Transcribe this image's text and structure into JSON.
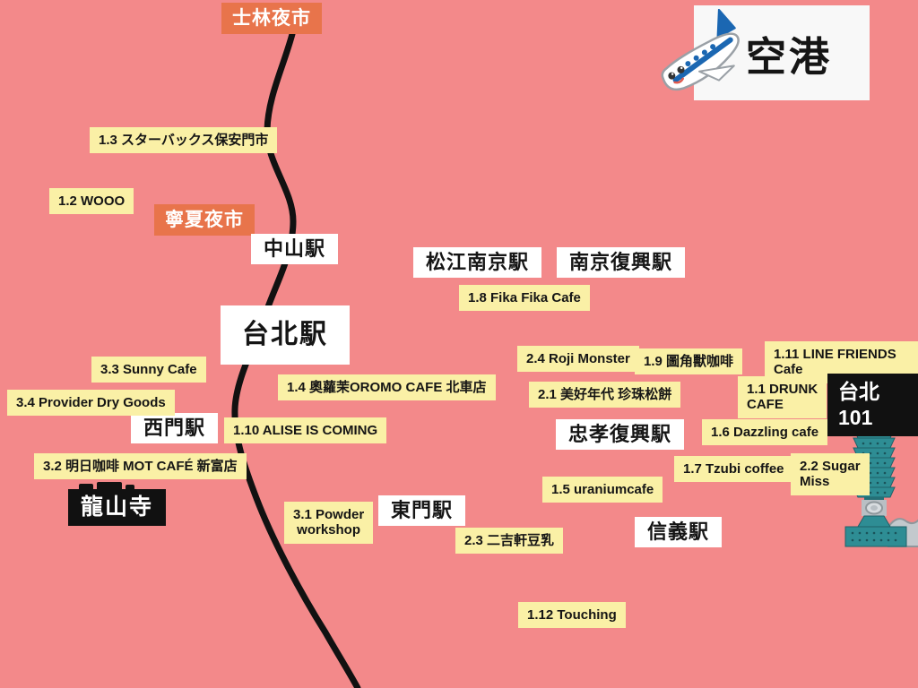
{
  "colors": {
    "background": "#F3898A",
    "cafe_label_yellow": "#FAF0A6",
    "night_market_orange": "#E8744B",
    "station_white": "#FFFFFF",
    "landmark_black": "#111111",
    "metro_line_black": "#111111",
    "plane_blue": "#1B67B2",
    "tower_teal": "#2E8D94"
  },
  "airport": {
    "label": "空港"
  },
  "night_markets": [
    {
      "name": "士林夜市"
    },
    {
      "name": "寧夏夜市"
    }
  ],
  "stations": [
    {
      "name": "中山駅"
    },
    {
      "name": "松江南京駅"
    },
    {
      "name": "南京復興駅"
    },
    {
      "name": "台北駅"
    },
    {
      "name": "西門駅"
    },
    {
      "name": "忠孝復興駅"
    },
    {
      "name": "東門駅"
    },
    {
      "name": "信義駅"
    }
  ],
  "landmarks": [
    {
      "name": "龍山寺"
    },
    {
      "name": "台北101"
    }
  ],
  "cafes": [
    {
      "text": "1.1 DRUNK\nCAFE"
    },
    {
      "text": "1.2 WOOO"
    },
    {
      "text": "1.3 スターバックス保安門市"
    },
    {
      "text": "1.4 奧蘿茉OROMO CAFE 北車店"
    },
    {
      "text": "1.5 uraniumcafe"
    },
    {
      "text": "1.6 Dazzling cafe"
    },
    {
      "text": "1.7 Tzubi coffee"
    },
    {
      "text": "1.8 Fika Fika Cafe"
    },
    {
      "text": "1.9 圖角獸咖啡"
    },
    {
      "text": "1.10 ALISE IS COMING"
    },
    {
      "text": "1.11 LINE FRIENDS Cafe"
    },
    {
      "text": "1.12 Touching"
    },
    {
      "text": "2.1 美好年代 珍珠松餅"
    },
    {
      "text": "2.2 Sugar\nMiss"
    },
    {
      "text": "2.3 二吉軒豆乳"
    },
    {
      "text": "2.4 Roji Monster"
    },
    {
      "text": "3.1 Powder\nworkshop"
    },
    {
      "text": "3.2 明日咖啡 MOT CAFÉ 新富店"
    },
    {
      "text": "3.3 Sunny Cafe"
    },
    {
      "text": "3.4 Provider Dry Goods"
    }
  ]
}
